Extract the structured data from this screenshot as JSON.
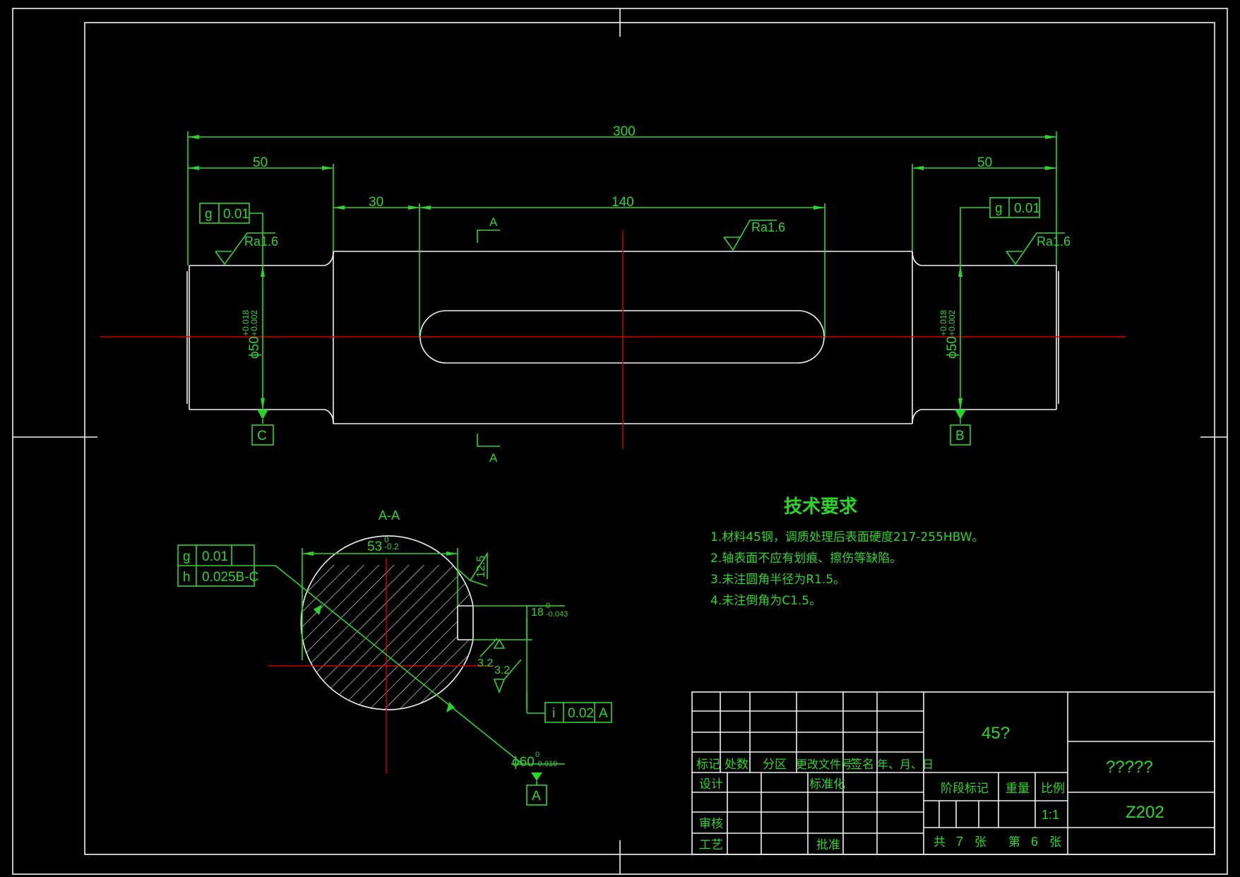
{
  "dimensions": {
    "overall": "300",
    "left_end": "50",
    "right_end": "50",
    "shoulder": "30",
    "keyway": "140",
    "left_dia": "ϕ50",
    "left_dia_tol_up": "+0.018",
    "left_dia_tol_low": "+0.002",
    "right_dia": "ϕ50",
    "right_dia_tol_up": "+0.018",
    "right_dia_tol_low": "+0.002"
  },
  "roughness": {
    "left": "Ra1.6",
    "middle": "Ra1.6",
    "right": "Ra1.6"
  },
  "tolerance_frames": {
    "left": {
      "symbol": "g",
      "value": "0.01"
    },
    "right": {
      "symbol": "g",
      "value": "0.01"
    },
    "section_g": {
      "symbol": "g",
      "value": "0.01"
    },
    "section_h": {
      "symbol": "h",
      "value": "0.025B-C"
    },
    "section_i": {
      "symbol": "i",
      "value": "0.02",
      "datum": "A"
    }
  },
  "datums": {
    "left": "C",
    "right": "B",
    "section": "A"
  },
  "section": {
    "cut_label_top": "A",
    "cut_label_bottom": "A",
    "title": "A-A",
    "depth": "53",
    "depth_tol_up": "0",
    "depth_tol_low": "-0.2",
    "roughness_outer": "12.5",
    "key_width": "18",
    "key_width_tol_up": "0",
    "key_width_tol_low": "-0.043",
    "key_rough_1": "3.2",
    "key_rough_2": "3.2",
    "diameter": "ϕ60",
    "diameter_tol_up": "0",
    "diameter_tol_low": "-0.019"
  },
  "tech_requirements": {
    "title": "技术要求",
    "items": [
      "1.材料45钢，调质处理后表面硬度217-255HBW。",
      "2.轴表面不应有划痕、擦伤等缺陷。",
      "3.未注圆角半径为R1.5。",
      "4.未注倒角为C1.5。"
    ]
  },
  "title_block": {
    "mark": "标记",
    "count": "处数",
    "zone": "分区",
    "change_doc": "更改文件号",
    "signature": "签名",
    "date": "年、月、日",
    "design": "设计",
    "standardize": "标准化",
    "review": "审核",
    "process": "工艺",
    "approve": "批准",
    "material": "45?",
    "stage_mark": "阶段标记",
    "weight": "重量",
    "scale_label": "比例",
    "scale": "1:1",
    "part_name": "?????",
    "drawing_no": "Z202",
    "sheets_total_prefix": "共",
    "sheets_total": "7",
    "sheets_total_suffix": "张",
    "sheet_prefix": "第",
    "sheet_no": "6",
    "sheet_suffix": "张"
  }
}
